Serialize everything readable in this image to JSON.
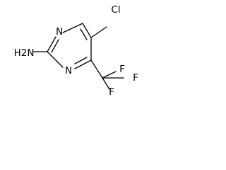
{
  "molecule": {
    "labels": {
      "n_top": "N",
      "n_bottom": "N",
      "cl": "Cl",
      "nh2": "H2N",
      "f_top": "F",
      "f_right": "F",
      "f_bottom": "F"
    }
  }
}
